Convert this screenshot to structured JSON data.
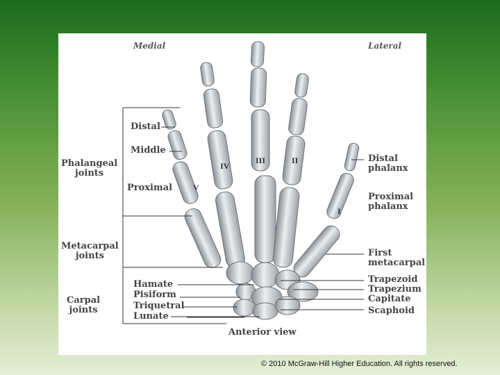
{
  "header": {
    "medial": "Medial",
    "lateral": "Lateral"
  },
  "left_labels": {
    "distal": "Distal",
    "middle": "Middle",
    "proximal": "Proximal",
    "phalangeal_joints": "Phalangeal\njoints",
    "metacarpal_joints": "Metacarpal\njoints",
    "carpal_joints": "Carpal\njoints",
    "hamate": "Hamate",
    "pisiform": "Pisiform",
    "triquetral": "Triquetral",
    "lunate": "Lunate"
  },
  "right_labels": {
    "distal_phalanx": "Distal\nphalanx",
    "proximal_phalanx": "Proximal\nphalanx",
    "first_metacarpal": "First\nmetacarpal",
    "trapezoid": "Trapezoid",
    "trapezium": "Trapezium",
    "capitate": "Capitate",
    "scaphoid": "Scaphoid"
  },
  "digit_numerals": {
    "i": "I",
    "ii": "II",
    "iii": "III",
    "iv": "IV",
    "v": "V"
  },
  "caption": "Anterior view",
  "copyright": "© 2010 McGraw-Hill Higher Education.  All rights reserved."
}
